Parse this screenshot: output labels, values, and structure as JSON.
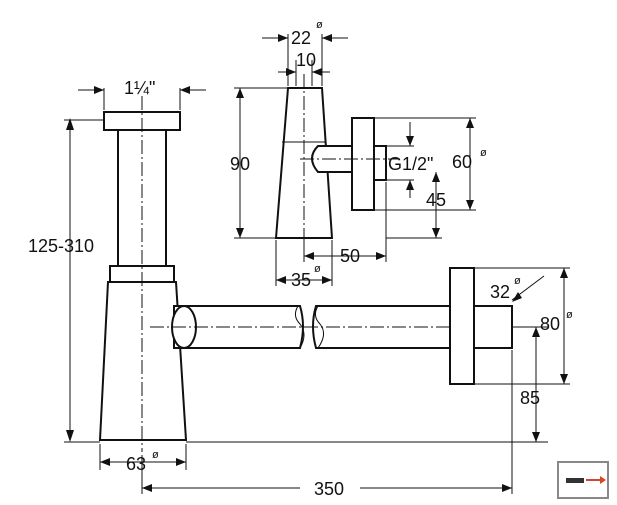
{
  "dimensions": {
    "top_outer_diameter": "22",
    "top_inner": "10",
    "pipe_thread": "1¼\"",
    "tube_height": "90",
    "bottom_diameter_small": "35",
    "outlet_offset": "50",
    "thread_label": "G1/2\"",
    "flange_diameter": "60",
    "thread_offset": "45",
    "adjust_height": "125-310",
    "base_diameter": "63",
    "outlet_pipe_diameter": "32",
    "wall_flange_diameter": "80",
    "outlet_height": "85",
    "overall_length": "350"
  },
  "symbols": {
    "diameter": "ø"
  },
  "colors": {
    "line": "#111111",
    "background": "#ffffff",
    "logo_accent": "#d9452b"
  },
  "icons": {
    "corner_logo": "manufacturer-logo-icon"
  }
}
